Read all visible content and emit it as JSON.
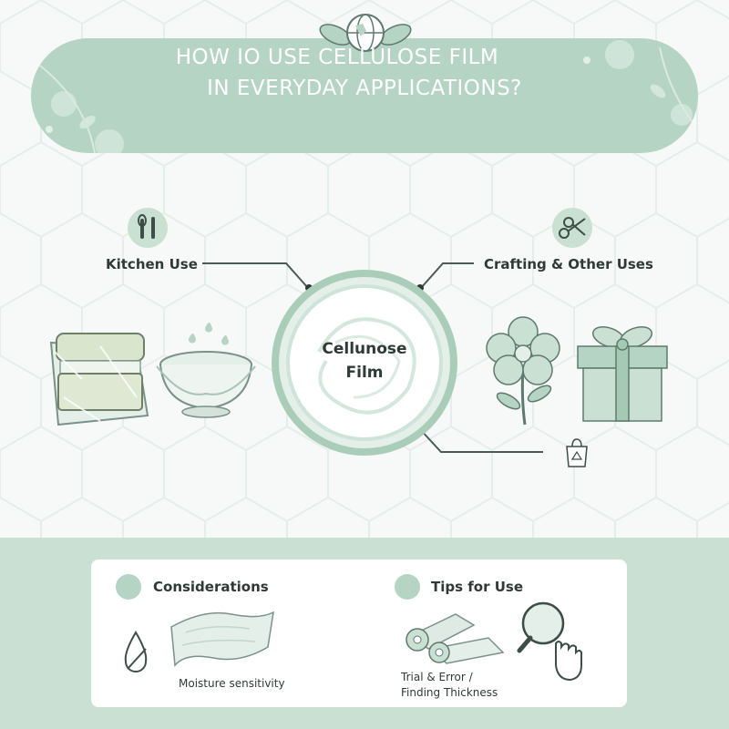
{
  "title": {
    "line1": "HOW IO USE CELLULOSE FILM",
    "line2": "IN EVERYDAY APPLICATIONS?"
  },
  "center": {
    "line1": "Cellunose",
    "line2": "Film"
  },
  "branches": {
    "kitchen": "Kitchen Use",
    "crafting": "Crafting & Other Uses"
  },
  "considerations": {
    "heading": "Considerations",
    "item": "Moisture sensitivity"
  },
  "tips": {
    "heading": "Tips for Use",
    "item_line1": "Trial & Error /",
    "item_line2": "Finding Thickness"
  },
  "icons": [
    "globe-leaf-icon",
    "utensils-icon",
    "scissors-icon",
    "sandwich-icon",
    "bowl-icon",
    "flower-icon",
    "gift-icon",
    "recycle-bag-icon",
    "water-drop-icon",
    "film-sheet-icon",
    "film-rolls-icon",
    "magnifier-icon"
  ],
  "colors": {
    "accent": "#b5d4c3",
    "dark_text": "#2f3a36",
    "band": "#c9e0d3",
    "line": "#4a5a55"
  }
}
